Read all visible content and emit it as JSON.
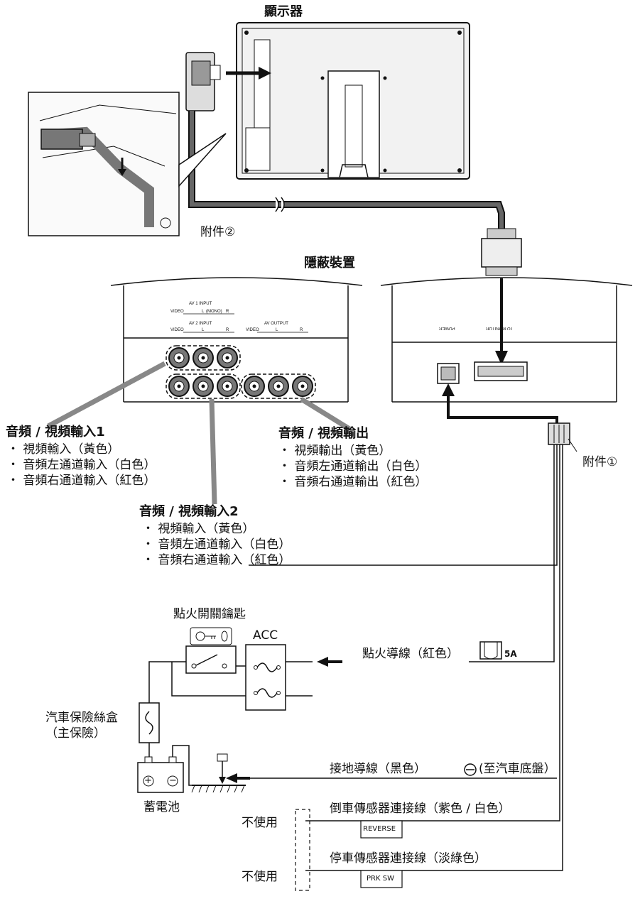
{
  "monitor": {
    "title": "顯示器"
  },
  "accessory2": {
    "label": "附件②"
  },
  "hidden_unit": {
    "title": "隱蔽裝置",
    "power_label": "POWER",
    "to_monitor_label": "TO MONITOR"
  },
  "av_panel": {
    "av1_input": "AV 1 INPUT",
    "av2_input": "AV 2 INPUT",
    "av_output": "AV OUTPUT",
    "video": "VIDEO",
    "l": "L",
    "r": "R",
    "mono": "(MONO)"
  },
  "av_input1": {
    "title": "音頻 / 視頻輸入1",
    "items": [
      "・ 視頻輸入（黃色）",
      "・ 音頻左通道輸入（白色）",
      "・ 音頻右通道輸入（紅色）"
    ]
  },
  "av_output": {
    "title": "音頻 / 視頻輸出",
    "items": [
      "・ 視頻輸出（黃色）",
      "・ 音頻左通道輸出（白色）",
      "・ 音頻右通道輸出（紅色）"
    ]
  },
  "av_input2": {
    "title": "音頻 / 視頻輸入2",
    "items": [
      "・ 視頻輸入（黃色）",
      "・ 音頻左通道輸入（白色）",
      "・ 音頻右通道輸入（紅色）"
    ]
  },
  "accessory1": {
    "label": "附件①"
  },
  "ignition": {
    "key_label": "點火開關鑰匙",
    "acc_label": "ACC",
    "wire_label": "點火導線（紅色）",
    "fuse_label": "5A"
  },
  "car_fuse_box": {
    "line1": "汽車保險絲盒",
    "line2": "（主保險）"
  },
  "ground": {
    "wire_label": "接地導線（黑色）",
    "chassis_label": "(至汽車底盤）"
  },
  "battery": {
    "label": "蓄電池",
    "plus": "+",
    "minus": "−"
  },
  "reverse": {
    "wire_label": "倒車傳感器連接線（紫色 / 白色）",
    "box_label": "REVERSE",
    "unused": "不使用"
  },
  "parking": {
    "wire_label": "停車傳感器連接線（淡綠色）",
    "box_label": "PRK SW",
    "unused": "不使用"
  },
  "colors": {
    "cable": "#555555",
    "cable_light": "#888888",
    "line": "#111111"
  }
}
